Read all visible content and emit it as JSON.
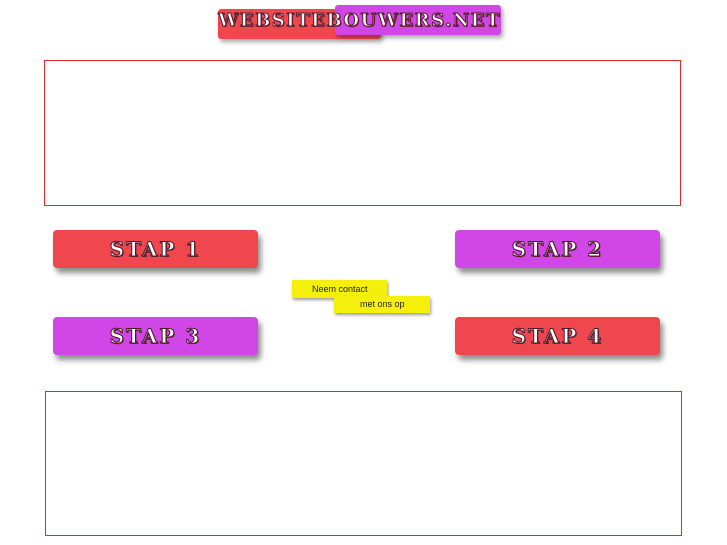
{
  "header": {
    "logo_text": "WEBSITEBOUWERS.NET"
  },
  "steps": [
    {
      "label": "STAP 1"
    },
    {
      "label": "STAP 2"
    },
    {
      "label": "STAP 3"
    },
    {
      "label": "STAP 4"
    }
  ],
  "contact": {
    "line1": "Neem contact",
    "line2": "met ons op"
  },
  "colors": {
    "red": "#f0474e",
    "purple": "#d146e6",
    "yellow": "#f4f00c",
    "panel_border": "#e02a2a"
  }
}
